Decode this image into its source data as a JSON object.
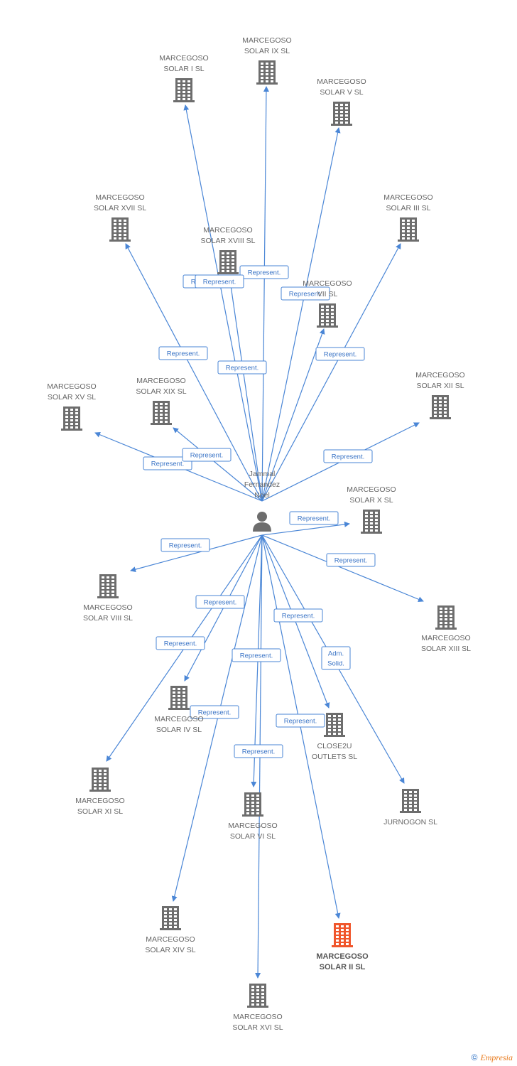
{
  "colors": {
    "edge": "#4a86d6",
    "building": "#6d6d6d",
    "highlight": "#f0562c",
    "person": "#6d6d6d"
  },
  "center": {
    "name_lines": [
      "Jammal",
      "Fernandez",
      "Noel"
    ],
    "icon": "person-icon"
  },
  "nodes": [
    {
      "id": "n1",
      "lines": [
        "MARCEGOSO",
        "SOLAR I SL"
      ],
      "icon": "building-icon"
    },
    {
      "id": "n2",
      "lines": [
        "MARCEGOSO",
        "SOLAR IX SL"
      ],
      "icon": "building-icon"
    },
    {
      "id": "n3",
      "lines": [
        "MARCEGOSO",
        "SOLAR V SL"
      ],
      "icon": "building-icon"
    },
    {
      "id": "n4",
      "lines": [
        "MARCEGOSO",
        "SOLAR XVII SL"
      ],
      "icon": "building-icon"
    },
    {
      "id": "n5",
      "lines": [
        "MARCEGOSO",
        "SOLAR XVIII SL"
      ],
      "icon": "building-icon"
    },
    {
      "id": "n6",
      "lines": [
        "MARCEGOSO",
        "SOLAR III SL"
      ],
      "icon": "building-icon"
    },
    {
      "id": "n7",
      "lines": [
        "MARCEGOSO",
        "VII SL"
      ],
      "icon": "building-icon"
    },
    {
      "id": "n8",
      "lines": [
        "MARCEGOSO",
        "SOLAR XV SL"
      ],
      "icon": "building-icon"
    },
    {
      "id": "n9",
      "lines": [
        "MARCEGOSO",
        "SOLAR XIX SL"
      ],
      "icon": "building-icon"
    },
    {
      "id": "n10",
      "lines": [
        "MARCEGOSO",
        "SOLAR XII SL"
      ],
      "icon": "building-icon"
    },
    {
      "id": "n11",
      "lines": [
        "MARCEGOSO",
        "SOLAR X SL"
      ],
      "icon": "building-icon"
    },
    {
      "id": "n12",
      "lines": [
        "MARCEGOSO",
        "SOLAR VIII SL"
      ],
      "icon": "building-icon"
    },
    {
      "id": "n13",
      "lines": [
        "MARCEGOSO",
        "SOLAR XIII SL"
      ],
      "icon": "building-icon"
    },
    {
      "id": "n14",
      "lines": [
        "MARCEGOSO",
        "SOLAR IV SL"
      ],
      "icon": "building-icon"
    },
    {
      "id": "n15",
      "lines": [
        "CLOSE2U",
        "OUTLETS SL"
      ],
      "icon": "building-icon"
    },
    {
      "id": "n16",
      "lines": [
        "MARCEGOSO",
        "SOLAR XI SL"
      ],
      "icon": "building-icon"
    },
    {
      "id": "n17",
      "lines": [
        "MARCEGOSO",
        "SOLAR VI SL"
      ],
      "icon": "building-icon"
    },
    {
      "id": "n18",
      "lines": [
        "JURNOGON  SL"
      ],
      "icon": "building-icon"
    },
    {
      "id": "n19",
      "lines": [
        "MARCEGOSO",
        "SOLAR XIV SL"
      ],
      "icon": "building-icon"
    },
    {
      "id": "n20",
      "lines": [
        "MARCEGOSO",
        "SOLAR II SL"
      ],
      "icon": "building-icon",
      "highlight": true
    },
    {
      "id": "n21",
      "lines": [
        "MARCEGOSO",
        "SOLAR XVI SL"
      ],
      "icon": "building-icon"
    }
  ],
  "edges": [
    {
      "to": "n1",
      "label": [
        "Represent."
      ]
    },
    {
      "to": "n2",
      "label": [
        "Represent."
      ]
    },
    {
      "to": "n3",
      "label": [
        "Represent."
      ]
    },
    {
      "to": "n4",
      "label": [
        "Represent."
      ]
    },
    {
      "to": "n5",
      "label": [
        "Represent."
      ]
    },
    {
      "to": "n6",
      "label": [
        "Represent."
      ]
    },
    {
      "to": "n7",
      "label": [
        "Represent."
      ]
    },
    {
      "to": "n8",
      "label": [
        "Represent."
      ]
    },
    {
      "to": "n9",
      "label": [
        "Represent."
      ]
    },
    {
      "to": "n10",
      "label": [
        "Represent."
      ]
    },
    {
      "to": "n11",
      "label": [
        "Represent."
      ]
    },
    {
      "to": "n12",
      "label": [
        "Represent."
      ]
    },
    {
      "to": "n13",
      "label": [
        "Represent."
      ]
    },
    {
      "to": "n14",
      "label": [
        "Represent."
      ]
    },
    {
      "to": "n15",
      "label": [
        "Represent."
      ]
    },
    {
      "to": "n16",
      "label": [
        "Represent."
      ]
    },
    {
      "to": "n17",
      "label": [
        "Represent."
      ]
    },
    {
      "to": "n18",
      "label": [
        "Adm.",
        "Solid."
      ]
    },
    {
      "to": "n19",
      "label": [
        "Represent."
      ]
    },
    {
      "to": "n20",
      "label": [
        "Represent."
      ]
    },
    {
      "to": "n21",
      "label": [
        "Represent."
      ]
    }
  ],
  "footer": {
    "copyright": "©",
    "brand": "Empresia"
  }
}
